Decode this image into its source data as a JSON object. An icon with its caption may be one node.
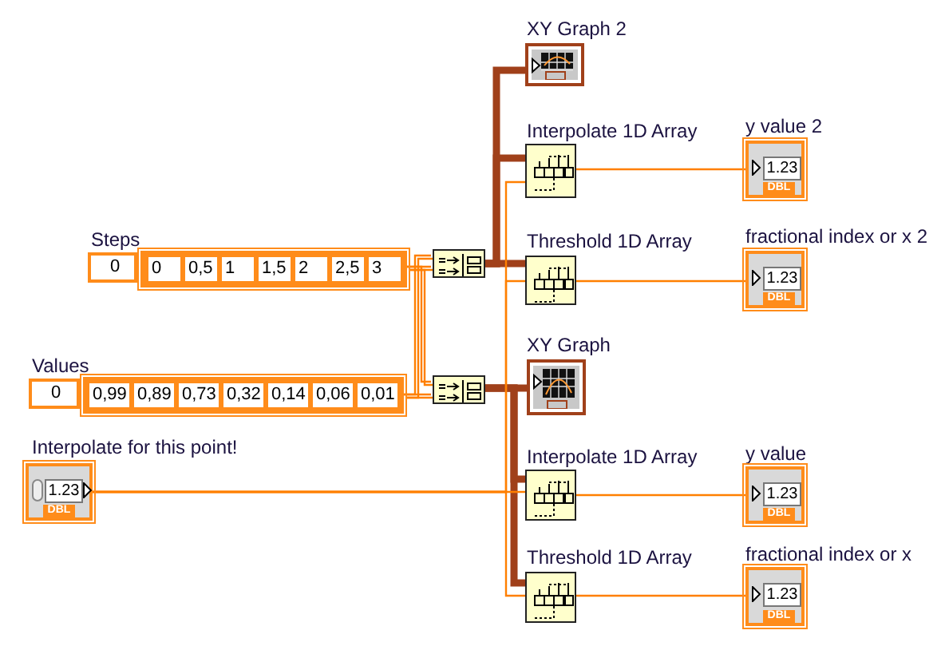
{
  "diagram": {
    "nodes": [
      {
        "text": [
          "Steps",
          "0",
          "0",
          "0,5",
          "1",
          "1,5",
          "2",
          "2,5",
          "3"
        ]
      },
      {
        "text": [
          "Values",
          "0",
          "0,99",
          "0,89",
          "0,73",
          "0,32",
          "0,14",
          "0,06",
          "0,01"
        ]
      },
      {
        "text": [
          "Interpolate for this point!",
          "1.23",
          "DBL"
        ]
      },
      {
        "text": [],
        "shape": "box"
      },
      {
        "text": [],
        "shape": "box"
      },
      {
        "text": [
          "XY Graph 2"
        ]
      },
      {
        "text": [
          "Interpolate 1D Array"
        ]
      },
      {
        "text": [
          "Threshold 1D Array"
        ]
      },
      {
        "text": [
          "y value 2",
          "1.23",
          "DBL"
        ]
      },
      {
        "text": [
          "fractional index or x 2",
          "1.23",
          "DBL"
        ]
      },
      {
        "text": [
          "XY Graph"
        ]
      },
      {
        "text": [
          "Interpolate 1D Array"
        ]
      },
      {
        "text": [
          "Threshold 1D Array"
        ]
      },
      {
        "text": [
          "y value",
          "1.23",
          "DBL"
        ]
      },
      {
        "text": [
          "fractional index or x",
          "1.23",
          "DBL"
        ]
      }
    ],
    "edges": [
      {
        "from": 0,
        "to": 3,
        "arrow": "none"
      },
      {
        "from": 1,
        "to": 3,
        "arrow": "none"
      },
      {
        "from": 0,
        "to": 4,
        "arrow": "none"
      },
      {
        "from": 1,
        "to": 4,
        "arrow": "none"
      },
      {
        "from": 3,
        "to": 5,
        "arrow": "none",
        "style": "thick",
        "color": "#a0401a"
      },
      {
        "from": 3,
        "to": 6,
        "arrow": "none",
        "style": "thick",
        "color": "#a0401a"
      },
      {
        "from": 3,
        "to": 7,
        "arrow": "none",
        "style": "thick",
        "color": "#a0401a"
      },
      {
        "from": 4,
        "to": 10,
        "arrow": "none",
        "style": "thick",
        "color": "#a0401a"
      },
      {
        "from": 4,
        "to": 11,
        "arrow": "none",
        "style": "thick",
        "color": "#a0401a"
      },
      {
        "from": 4,
        "to": 12,
        "arrow": "none",
        "style": "thick",
        "color": "#a0401a"
      },
      {
        "from": 2,
        "to": 6,
        "arrow": "none"
      },
      {
        "from": 2,
        "to": 7,
        "arrow": "none"
      },
      {
        "from": 2,
        "to": 11,
        "arrow": "none"
      },
      {
        "from": 2,
        "to": 12,
        "arrow": "none"
      },
      {
        "from": 6,
        "to": 8,
        "arrow": "none"
      },
      {
        "from": 7,
        "to": 9,
        "arrow": "none"
      },
      {
        "from": 11,
        "to": 13,
        "arrow": "none"
      },
      {
        "from": 12,
        "to": 14,
        "arrow": "none"
      }
    ]
  }
}
